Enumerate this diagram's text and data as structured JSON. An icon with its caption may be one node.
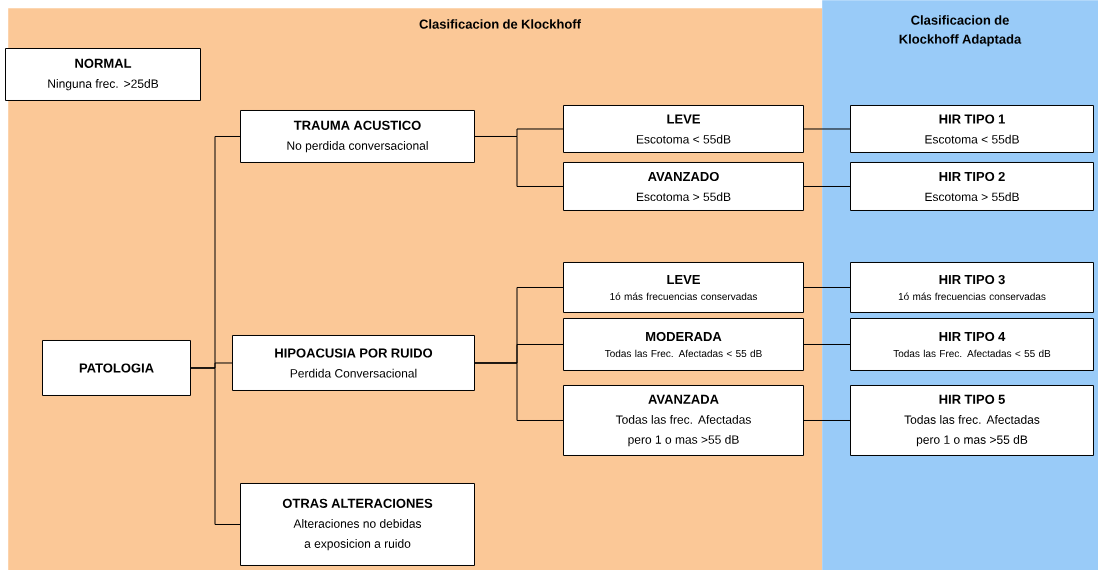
{
  "diagram": {
    "nodes": [
      {
        "text": [
          "Clasificacion de Klockhoff"
        ]
      },
      {
        "text": [
          "Clasificacion de Klockhoff Adaptada"
        ]
      },
      {
        "text": [
          "NORMAL",
          "Ninguna frec. >25dB"
        ],
        "in": 0
      },
      {
        "text": [
          "PATOLOGIA"
        ],
        "in": 0
      },
      {
        "text": [
          "TRAUMA ACUSTICO",
          "No perdida conversacional"
        ],
        "in": 0
      },
      {
        "text": [
          "HIPOACUSIA POR RUIDO",
          "Perdida Conversacional"
        ],
        "in": 0
      },
      {
        "text": [
          "OTRAS ALTERACIONES",
          "Alteraciones no debidas a exposicion a ruido"
        ],
        "in": 0
      },
      {
        "text": [
          "LEVE",
          "Escotoma < 55dB"
        ],
        "in": 0
      },
      {
        "text": [
          "AVANZADO",
          "Escotoma > 55dB"
        ],
        "in": 0
      },
      {
        "text": [
          "LEVE",
          "1ó más frecuencias conservadas"
        ],
        "in": 0
      },
      {
        "text": [
          "MODERADA",
          "Todas las Frec. Afectadas < 55 dB"
        ],
        "in": 0
      },
      {
        "text": [
          "AVANZADA",
          "Todas las frec. Afectadas pero 1 o mas >55 dB"
        ],
        "in": 0
      },
      {
        "text": [
          "HIR TIPO 1",
          "Escotoma < 55dB"
        ],
        "in": 1
      },
      {
        "text": [
          "HIR TIPO 2",
          "Escotoma > 55dB"
        ],
        "in": 1
      },
      {
        "text": [
          "HIR TIPO 3",
          "1ó más frecuencias conservadas"
        ],
        "in": 1
      },
      {
        "text": [
          "HIR TIPO 4",
          "Todas las Frec. Afectadas < 55 dB"
        ],
        "in": 1
      },
      {
        "text": [
          "HIR TIPO 5",
          "Todas las frec. Afectadas pero 1 o mas >55 dB"
        ],
        "in": 1
      }
    ],
    "edges": [
      {
        "from": 3,
        "to": 4,
        "arrow": "none"
      },
      {
        "from": 3,
        "to": 5,
        "arrow": "none"
      },
      {
        "from": 3,
        "to": 6,
        "arrow": "none"
      },
      {
        "from": 4,
        "to": 7,
        "arrow": "none"
      },
      {
        "from": 4,
        "to": 8,
        "arrow": "none"
      },
      {
        "from": 5,
        "to": 9,
        "arrow": "none"
      },
      {
        "from": 5,
        "to": 10,
        "arrow": "none"
      },
      {
        "from": 5,
        "to": 11,
        "arrow": "none"
      },
      {
        "from": 7,
        "to": 12,
        "arrow": "none"
      },
      {
        "from": 8,
        "to": 13,
        "arrow": "none"
      },
      {
        "from": 9,
        "to": 14,
        "arrow": "none"
      },
      {
        "from": 10,
        "to": 15,
        "arrow": "none"
      },
      {
        "from": 11,
        "to": 16,
        "arrow": "none"
      }
    ]
  }
}
